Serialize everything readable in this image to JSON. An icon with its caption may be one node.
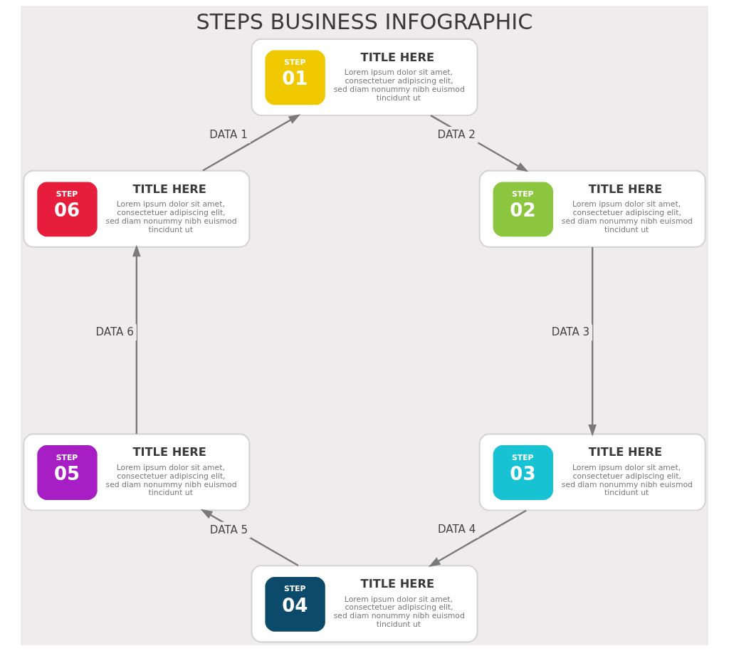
{
  "diagram": {
    "title": "STEPS BUSINESS INFOGRAPHIC",
    "nodes": [
      {
        "text": [
          "STEP",
          "01",
          "TITLE HERE",
          "Lorem ipsum dolor sit amet, consectetuer adipiscing elit, sed diam nonummy nibh euismod tincidunt ut"
        ]
      },
      {
        "text": [
          "STEP",
          "02",
          "TITLE HERE",
          "Lorem ipsum dolor sit amet, consectetuer adipiscing elit, sed diam nonummy nibh euismod tincidunt ut"
        ]
      },
      {
        "text": [
          "STEP",
          "03",
          "TITLE HERE",
          "Lorem ipsum dolor sit amet, consectetuer adipiscing elit, sed diam nonummy nibh euismod tincidunt ut"
        ]
      },
      {
        "text": [
          "STEP",
          "04",
          "TITLE HERE",
          "Lorem ipsum dolor sit amet, consectetuer adipiscing elit, sed diam nonummy nibh euismod tincidunt ut"
        ]
      },
      {
        "text": [
          "STEP",
          "05",
          "TITLE HERE",
          "Lorem ipsum dolor sit amet, consectetuer adipiscing elit, sed diam nonummy nibh euismod tincidunt ut"
        ]
      },
      {
        "text": [
          "STEP",
          "06",
          "TITLE HERE",
          "Lorem ipsum dolor sit amet, consectetuer adipiscing elit, sed diam nonummy nibh euismod tincidunt ut"
        ]
      }
    ],
    "edges": [
      {
        "from": 5,
        "to": 0,
        "arrow": "to",
        "label": "DATA 1"
      },
      {
        "from": 0,
        "to": 1,
        "arrow": "to",
        "label": "DATA 2"
      },
      {
        "from": 1,
        "to": 2,
        "arrow": "to",
        "label": "DATA 3"
      },
      {
        "from": 2,
        "to": 3,
        "arrow": "to",
        "label": "DATA 4"
      },
      {
        "from": 3,
        "to": 4,
        "arrow": "to",
        "label": "DATA 5"
      },
      {
        "from": 4,
        "to": 5,
        "arrow": "to",
        "label": "DATA 6"
      }
    ]
  }
}
